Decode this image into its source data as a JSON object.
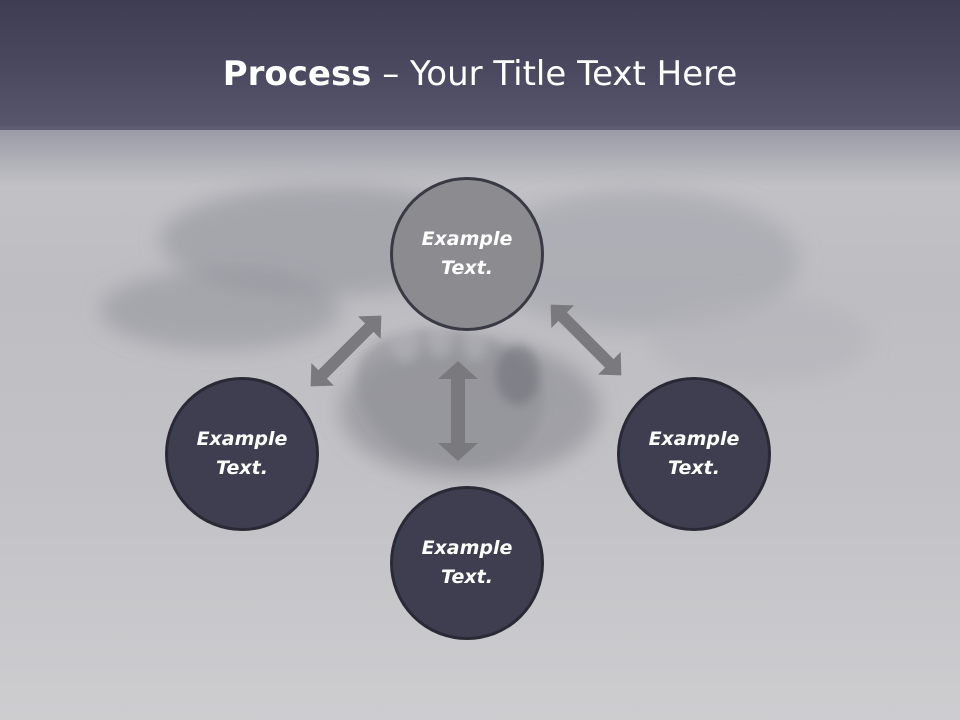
{
  "slide": {
    "title_bold": "Process",
    "title_rest": " – Your Title Text Here"
  },
  "nodes": {
    "top": "Example Text.",
    "left": "Example Text.",
    "right": "Example Text.",
    "bottom": "Example Text."
  },
  "colors": {
    "header": "#4a4960",
    "node_dark": "#3f3e51",
    "node_top": "#8c8c90",
    "arrow": "#7a7a7e"
  }
}
